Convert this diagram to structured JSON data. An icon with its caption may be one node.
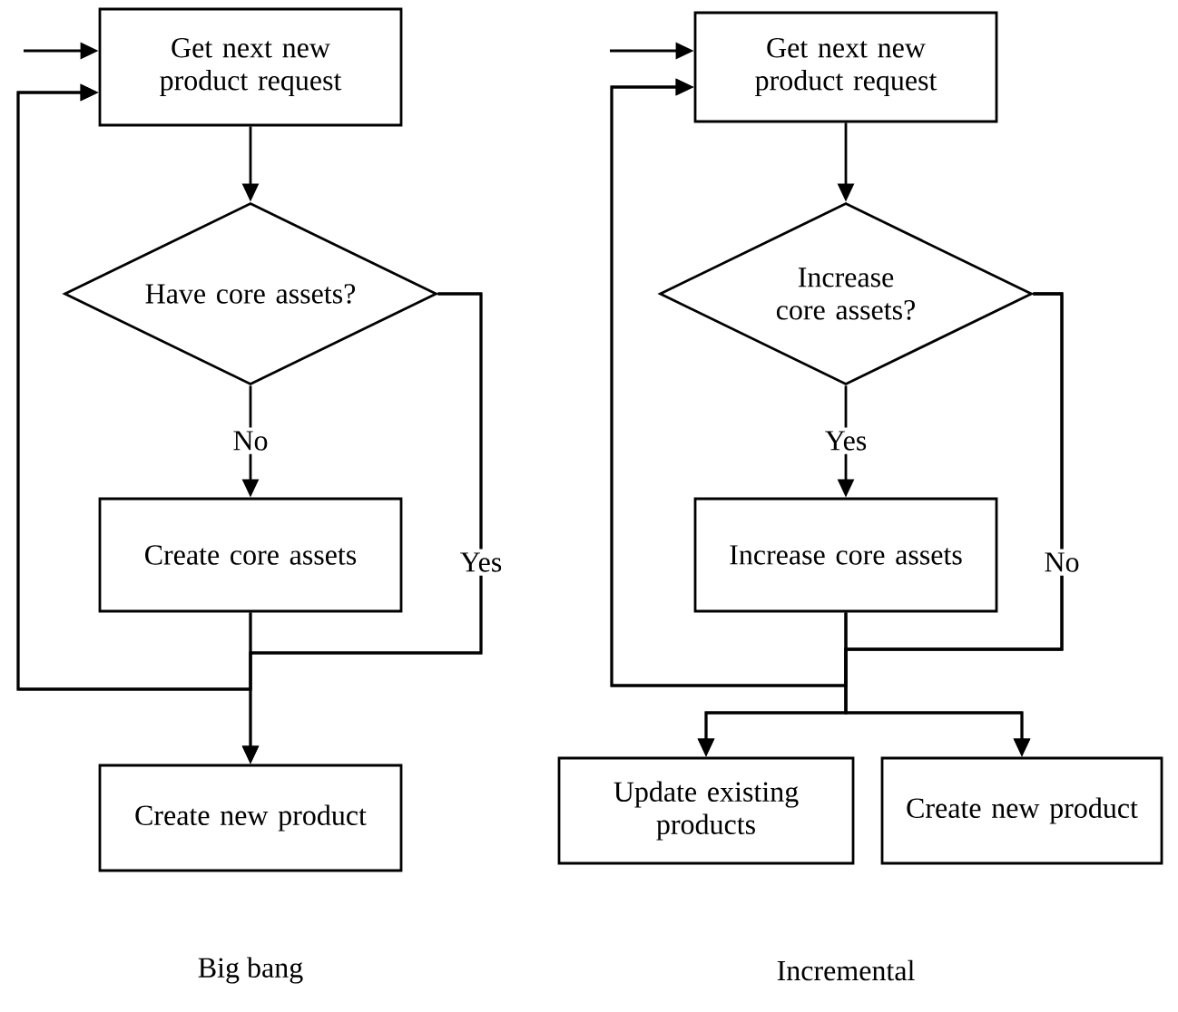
{
  "diagram": {
    "nodes": [
      {
        "text": [
          "Get next new product request"
        ]
      },
      {
        "text": [
          "Have core assets?"
        ]
      },
      {
        "text": [
          "Create core assets"
        ]
      },
      {
        "text": [
          "Create new product"
        ]
      },
      {
        "text": [
          "Get next new product request"
        ]
      },
      {
        "text": [
          "Increase core assets?"
        ]
      },
      {
        "text": [
          "Increase core assets"
        ]
      },
      {
        "text": [
          "Update existing products"
        ]
      },
      {
        "text": [
          "Create new product"
        ]
      }
    ],
    "edges": [
      {
        "from": null,
        "to": 0,
        "arrow": "to"
      },
      {
        "from": 0,
        "to": 1,
        "arrow": "to"
      },
      {
        "from": 1,
        "to": 2,
        "arrow": "to",
        "label": "No"
      },
      {
        "from": 1,
        "to": 3,
        "arrow": "to",
        "label": "Yes"
      },
      {
        "from": 1,
        "to": 0,
        "arrow": "to"
      },
      {
        "from": 2,
        "to": 3,
        "arrow": "to"
      },
      {
        "from": 2,
        "to": 0,
        "arrow": "to"
      },
      {
        "from": null,
        "to": 4,
        "arrow": "to"
      },
      {
        "from": 4,
        "to": 5,
        "arrow": "to"
      },
      {
        "from": 5,
        "to": 6,
        "arrow": "to",
        "label": "Yes"
      },
      {
        "from": 5,
        "to": 7,
        "arrow": "to",
        "label": "No"
      },
      {
        "from": 5,
        "to": 8,
        "arrow": "to"
      },
      {
        "from": 5,
        "to": 4,
        "arrow": "to"
      },
      {
        "from": 6,
        "to": 7,
        "arrow": "to"
      },
      {
        "from": 6,
        "to": 8,
        "arrow": "to"
      },
      {
        "from": 6,
        "to": 4,
        "arrow": "to"
      }
    ],
    "labels": [
      "Big bang",
      "Incremental"
    ]
  }
}
